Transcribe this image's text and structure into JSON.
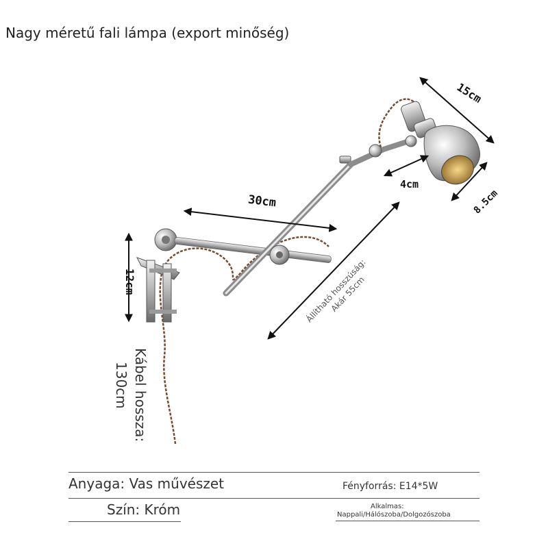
{
  "title": "Nagy méretű fali lámpa (export minőség)",
  "dimensions": {
    "shade_length": "15cm",
    "shade_neck": "4cm",
    "shade_diameter": "8.5cm",
    "arm_length": "30cm",
    "clamp_height": "12cm",
    "adjustable_line1": "Állítható hosszúság:",
    "adjustable_line2": "Akár 55cm",
    "cable_line1": "Kábel hossza:",
    "cable_line2": "130cm"
  },
  "specs": {
    "material": "Anyaga: Vas művészet",
    "color": "Szín: Króm",
    "light_source": "Fényforrás: E14*5W",
    "usage_label": "Alkalmas:",
    "usage": "Nappali/Hálószoba/Dolgozószoba"
  },
  "colors": {
    "chrome_dark": "#6e6e6e",
    "chrome_light": "#e6e6e6",
    "cable": "#7a4a2e",
    "bulb": "#d8a848",
    "ink": "#111111"
  }
}
